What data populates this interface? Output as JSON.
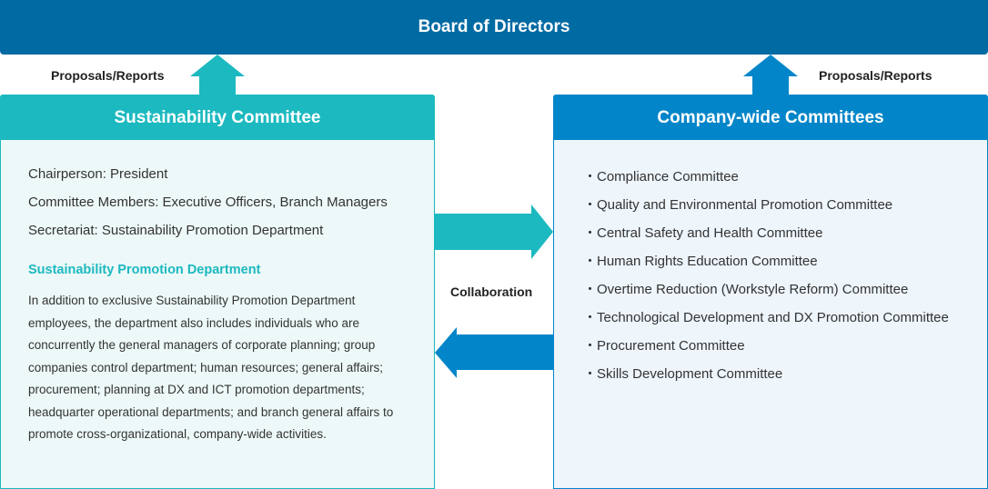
{
  "board": {
    "title": "Board of Directors"
  },
  "labels": {
    "left_proposals": "Proposals/Reports",
    "right_proposals": "Proposals/Reports",
    "collaboration": "Collaboration"
  },
  "sustainability": {
    "title": "Sustainability Committee",
    "lines": [
      "Chairperson: President",
      "Committee Members: Executive Officers, Branch Managers",
      "Secretariat: Sustainability Promotion Department"
    ],
    "dept_title": "Sustainability Promotion Department",
    "dept_text": "In addition to exclusive Sustainability Promotion Department employees, the department also includes individuals who are concurrently the general managers of corporate planning; group companies control department; human resources; general affairs; procurement; planning at DX and ICT promotion departments; headquarter operational departments; and branch general affairs to promote cross-organizational, company-wide activities."
  },
  "companywide": {
    "title": "Company-wide Committees",
    "items": [
      "・Compliance Committee",
      "・Quality and Environmental Promotion Committee",
      "・Central Safety and Health Committee",
      "・Human Rights Education Committee",
      "・Overtime Reduction (Workstyle Reform) Committee",
      "・Technological Development and DX Promotion Committee",
      "・Procurement Committee",
      "・Skills Development Committee"
    ]
  },
  "colors": {
    "board": "#006aa3",
    "teal": "#1cb9c0",
    "blue": "#0386c9"
  }
}
